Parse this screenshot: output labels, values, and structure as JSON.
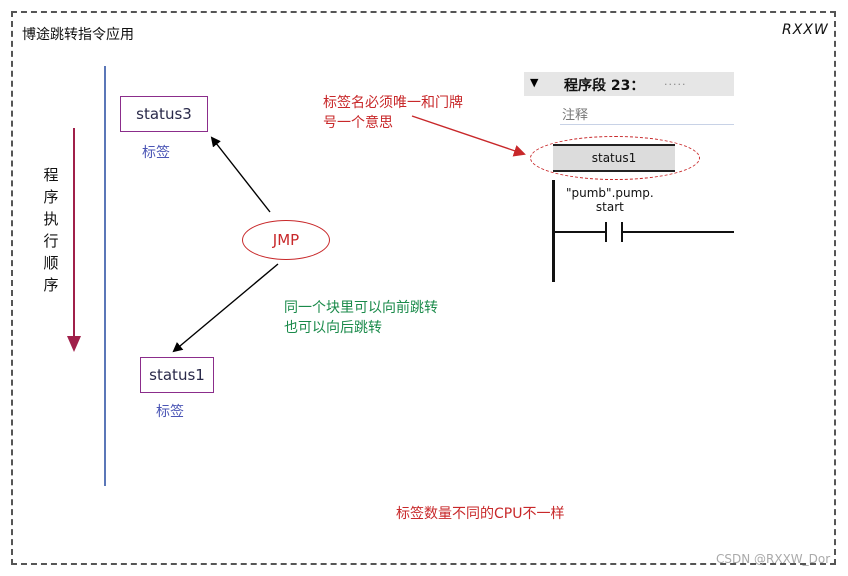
{
  "title": "博途跳转指令应用",
  "brand": "RXXW",
  "exec_order_text": "程序执行顺序",
  "labels": {
    "top_box": "status3",
    "top_tag": "标签",
    "bottom_box": "status1",
    "bottom_tag": "标签"
  },
  "jmp_label": "JMP",
  "notes": {
    "green_line1": "同一个块里可以向前跳转",
    "green_line2": "也可以向后跳转",
    "red_top_line1": "标签名必须唯一和门牌",
    "red_top_line2": "号一个意思",
    "red_bottom": "标签数量不同的CPU不一样"
  },
  "segment": {
    "triangle": "▼",
    "title": "程序段 23：",
    "dots": ".....",
    "comment": "注释",
    "label": "status1",
    "contact_line1": "\"pumb\".pump.",
    "contact_line2": "start"
  },
  "watermark": "CSDN @RXXW_Dor",
  "colors": {
    "red": "#c8282a",
    "green": "#1a8a4a",
    "purple_border": "#8b2d8b",
    "blue_tag": "#4a55b5",
    "timeline_blue": "#5b77b8",
    "exec_arrow": "#a0204a"
  }
}
